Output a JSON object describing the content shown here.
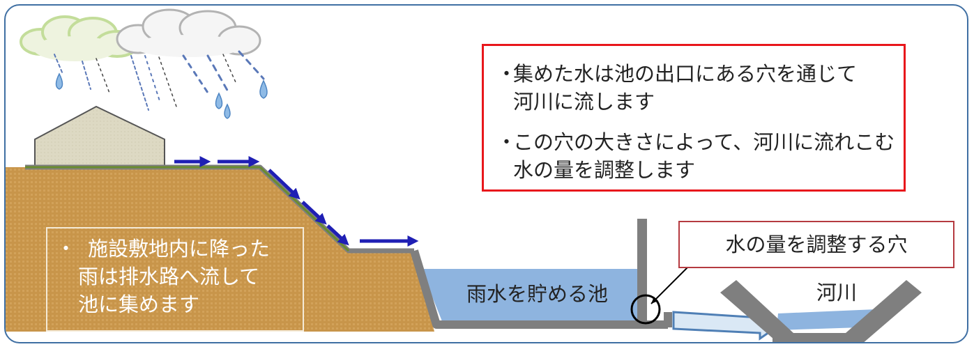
{
  "info_box": {
    "items": [
      {
        "bullet": "・",
        "lines": [
          "集めた水は池の出口にある穴を通じて",
          "河川に流します"
        ]
      },
      {
        "bullet": "・",
        "lines": [
          "この穴の大きさによって、河川に流れこむ",
          "水の量を調整します"
        ]
      }
    ]
  },
  "ground_note": {
    "bullet": "・",
    "lines": [
      "施設敷地内に降った",
      "雨は排水路へ流して",
      "池に集めます"
    ]
  },
  "labels": {
    "hole": "水の量を調整する穴",
    "pond": "雨水を貯める池",
    "river": "河川"
  },
  "colors": {
    "frame_border": "#3f6fa3",
    "soil": "#c8954a",
    "water": "#8eb4df",
    "concrete": "#7f7f7f",
    "arrow": "#1f1fb4",
    "info_border": "#e8161b",
    "callout_border": "#b53a40",
    "building": "#ddd9c3"
  }
}
